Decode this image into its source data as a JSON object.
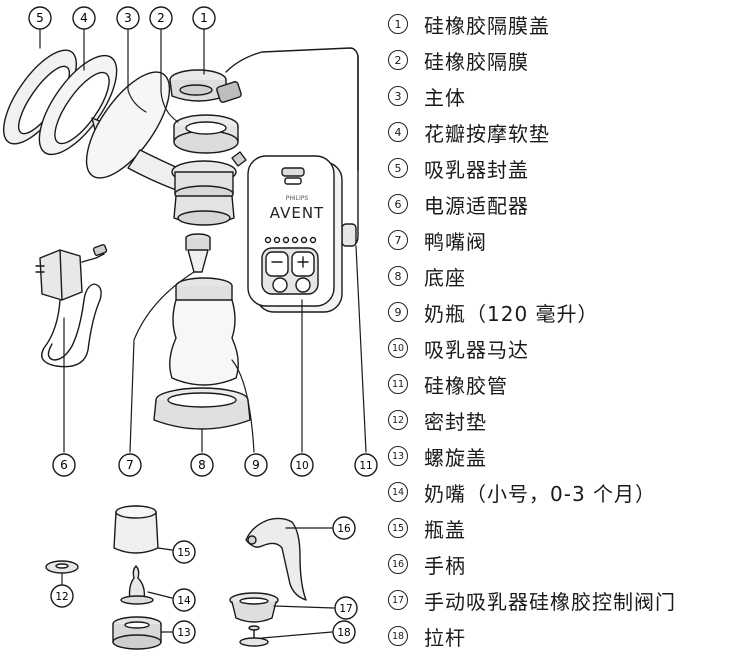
{
  "product": {
    "brand": "PHILIPS",
    "logo": "AVENT"
  },
  "callouts": [
    "1",
    "2",
    "3",
    "4",
    "5",
    "6",
    "7",
    "8",
    "9",
    "10",
    "11",
    "12",
    "13",
    "14",
    "15",
    "16",
    "17",
    "18"
  ],
  "legend": [
    {
      "num": "1",
      "label": "硅橡胶隔膜盖"
    },
    {
      "num": "2",
      "label": "硅橡胶隔膜"
    },
    {
      "num": "3",
      "label": "主体"
    },
    {
      "num": "4",
      "label": "花瓣按摩软垫"
    },
    {
      "num": "5",
      "label": "吸乳器封盖"
    },
    {
      "num": "6",
      "label": "电源适配器"
    },
    {
      "num": "7",
      "label": "鸭嘴阀"
    },
    {
      "num": "8",
      "label": "底座"
    },
    {
      "num": "9",
      "label": "奶瓶（120 毫升）"
    },
    {
      "num": "10",
      "label": "吸乳器马达"
    },
    {
      "num": "11",
      "label": "硅橡胶管"
    },
    {
      "num": "12",
      "label": "密封垫"
    },
    {
      "num": "13",
      "label": "螺旋盖"
    },
    {
      "num": "14",
      "label": "奶嘴（小号，0-3 个月）"
    },
    {
      "num": "15",
      "label": "瓶盖"
    },
    {
      "num": "16",
      "label": "手柄"
    },
    {
      "num": "17",
      "label": "手动吸乳器硅橡胶控制阀门"
    },
    {
      "num": "18",
      "label": "拉杆"
    }
  ]
}
